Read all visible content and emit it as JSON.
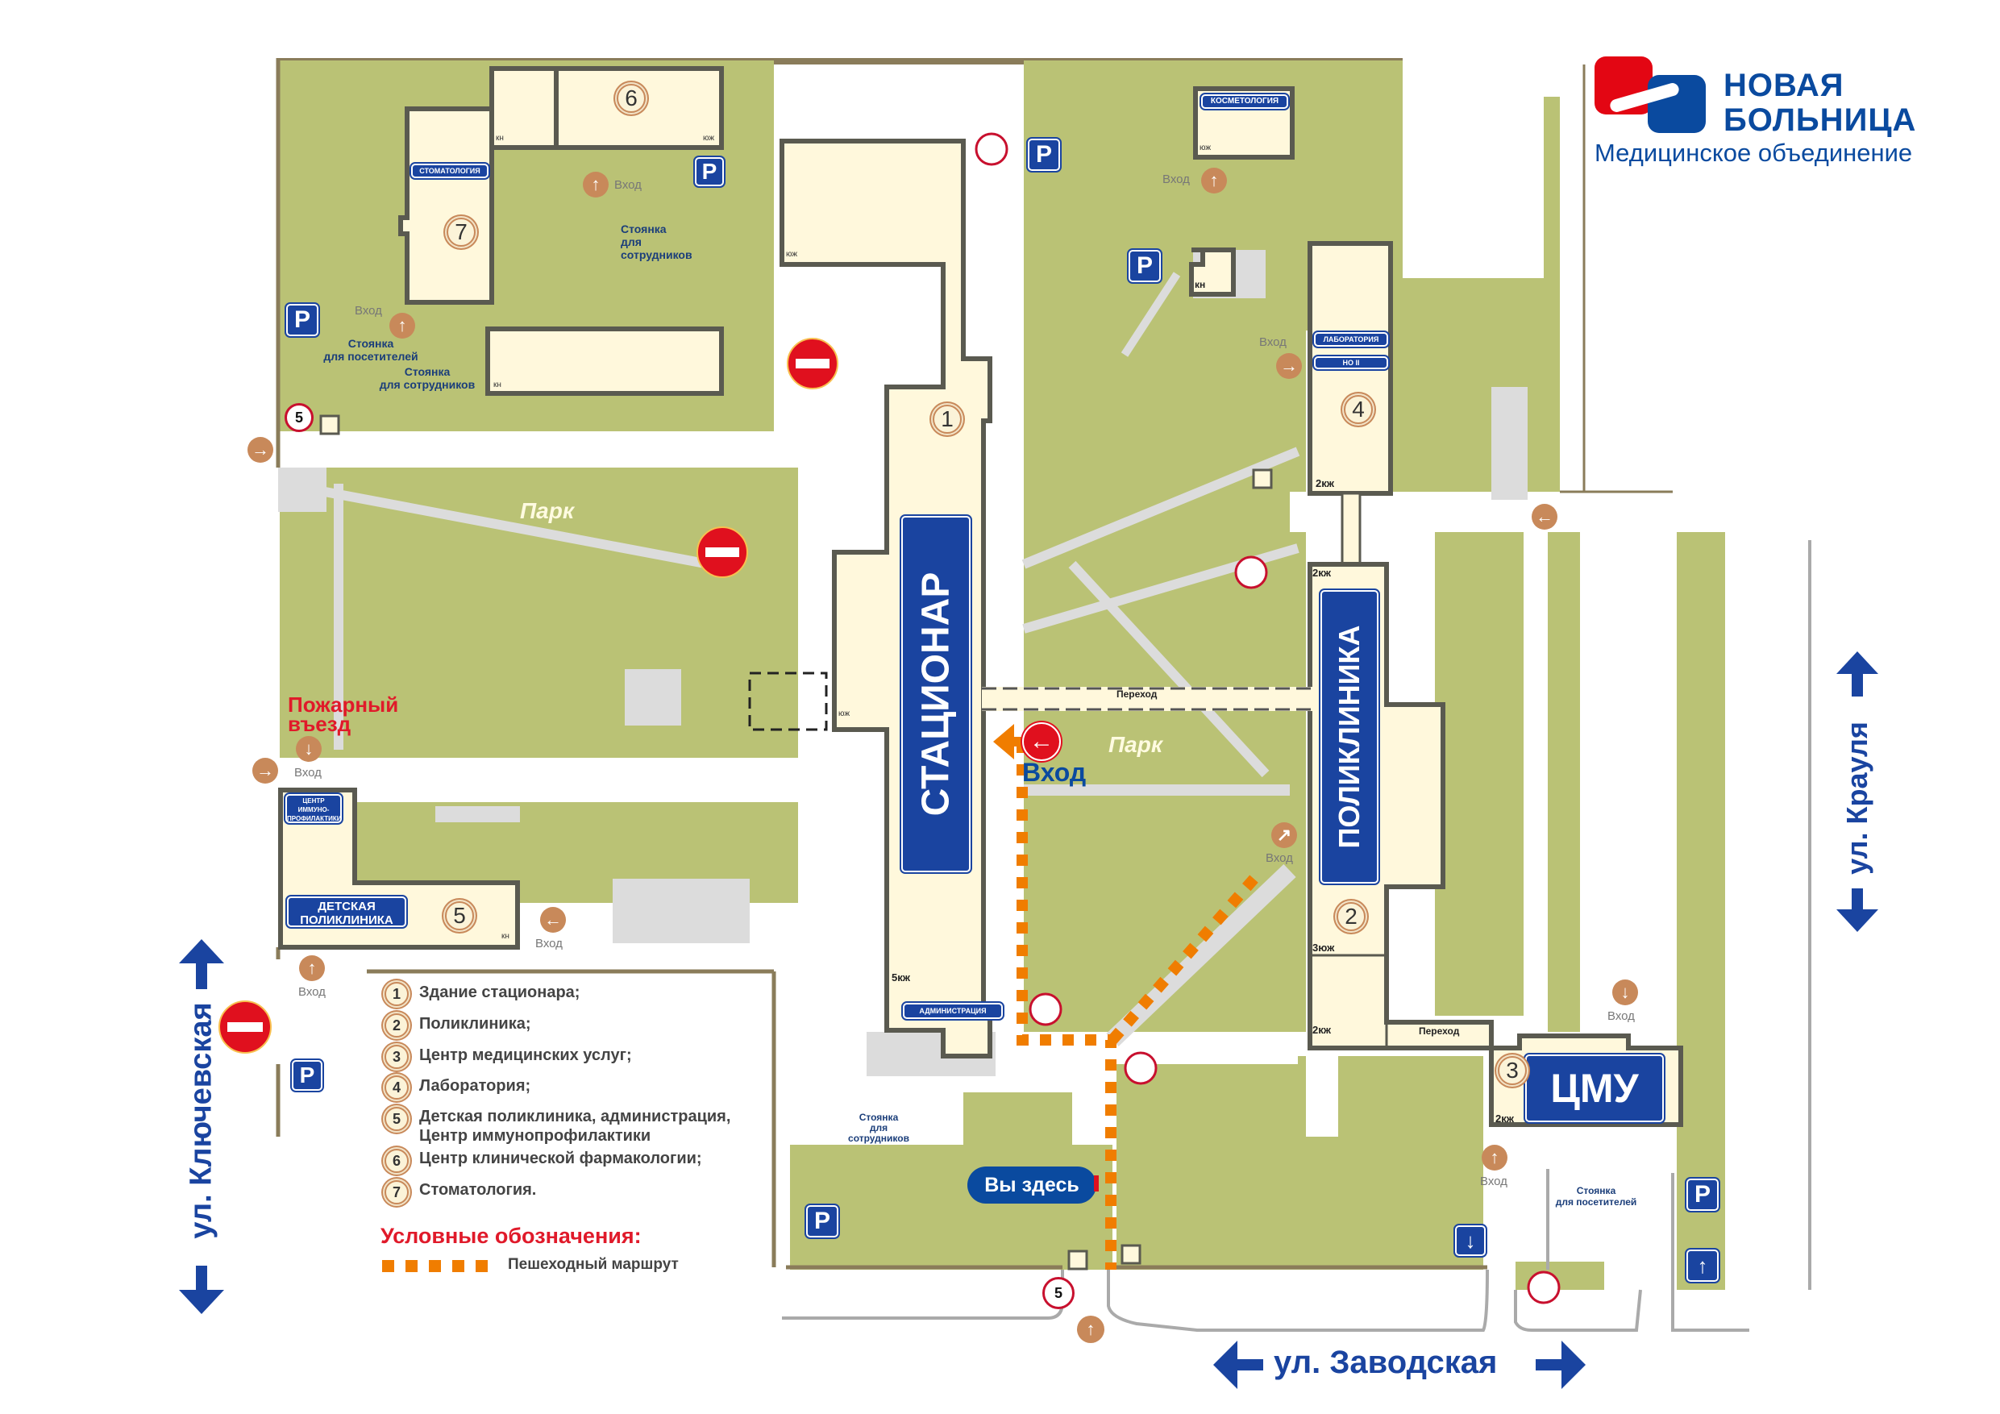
{
  "logo": {
    "line1": "НОВАЯ",
    "line2": "БОЛЬНИЦА",
    "subtitle": "Медицинское объединение",
    "colors": {
      "red": "#e30613",
      "blue": "#0a4a9f"
    }
  },
  "streets": {
    "left": "ул. Ключевская",
    "right": "ул. Крауля",
    "bottom": "ул. Заводская"
  },
  "buildings": {
    "b1": {
      "number": "1",
      "sign": "СТАЦИОНАР",
      "sub_sign": "АДМИНИСТРАЦИЯ",
      "floors": "5кж",
      "corner": "юж",
      "corner2": "юж"
    },
    "b2": {
      "number": "2",
      "sign": "ПОЛИКЛИНИКА",
      "floors_top": "2кж",
      "floors_mid": "3юж",
      "floors_bottom": "2кж"
    },
    "b3": {
      "number": "3",
      "sign": "ЦМУ",
      "floors": "2кж"
    },
    "b4": {
      "number": "4",
      "sign": "ЛАБОРАТОРИЯ",
      "sub_sign": "НО II",
      "floors": "2кж"
    },
    "b5": {
      "number": "5",
      "sign": "ДЕТСКАЯ ПОЛИКЛИНИКА",
      "sub_sign_lines": [
        "ЦЕНТР",
        "ИММУНО-",
        "ПРОФИЛАКТИКИ"
      ],
      "corner": "кн"
    },
    "b6": {
      "number": "6",
      "corner_left": "кн",
      "corner_right": "юж"
    },
    "b7": {
      "number": "7",
      "sign": "СТОМАТОЛОГИЯ"
    },
    "cosmetology": {
      "sign": "КОСМЕТОЛОГИЯ",
      "corner": "юж"
    },
    "small_kn": {
      "corner": "кн"
    },
    "west_low": {
      "corner": "кн"
    }
  },
  "labels": {
    "park": "Парк",
    "passage": "Переход",
    "entrance": "Вход",
    "main_entrance": "Вход",
    "you_are_here": "Вы здесь",
    "fire_access": [
      "Пожарный",
      "въезд"
    ],
    "speed_limit": "5",
    "parking_sign": "P",
    "parking_visitors": [
      "Стоянка",
      "для посетителей"
    ],
    "parking_staff": [
      "Стоянка",
      "для сотрудников"
    ],
    "parking_staff_3line": [
      "Стоянка",
      "для",
      "сотрудников"
    ]
  },
  "legend": {
    "items": [
      {
        "num": "1",
        "text": "Здание стационара;"
      },
      {
        "num": "2",
        "text": "Поликлиника;"
      },
      {
        "num": "3",
        "text": "Центр медицинских услуг;"
      },
      {
        "num": "4",
        "text": "Лаборатория;"
      },
      {
        "num": "5",
        "text": "Детская поликлиника, администрация,",
        "text2": "Центр иммунопрофилактики"
      },
      {
        "num": "6",
        "text": "Центр клинической фармакологии;"
      },
      {
        "num": "7",
        "text": "Стоматология."
      }
    ],
    "title": "Условные обозначения:",
    "route_label": "Пешеходный маршрут",
    "route_color": "#f07d00"
  },
  "colors": {
    "grass": "#bac275",
    "building_fill": "#fff8dc",
    "building_wall": "#5a5a50",
    "path": "#dcdcdc",
    "sign_blue": "#1a44a0",
    "entrance_orange": "#c8895a",
    "no_entry_red": "#e0101e"
  }
}
